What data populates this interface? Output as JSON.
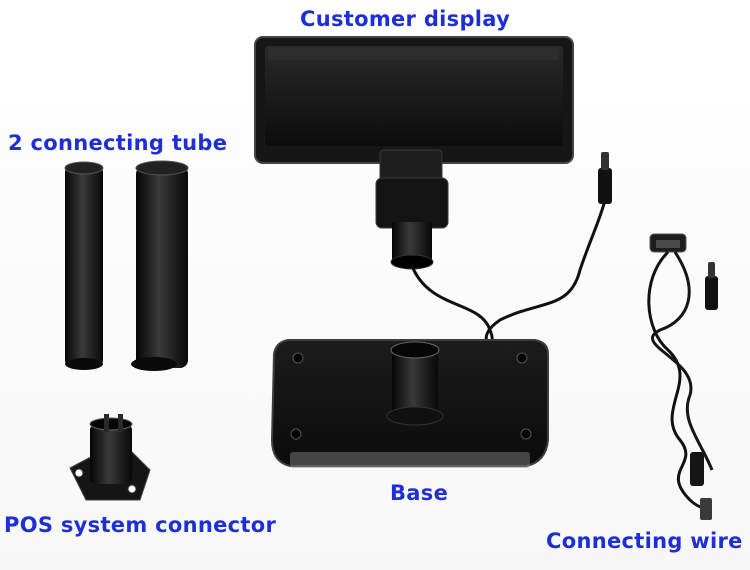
{
  "labels": {
    "customer_display": "Customer display",
    "connecting_tubes": "2 connecting tube",
    "base": "Base",
    "pos_connector": "POS system connector",
    "connecting_wire": "Connecting wire"
  },
  "colors": {
    "label_text": "#1f2fd6",
    "product_body": "#151515",
    "background": "#ffffff"
  }
}
